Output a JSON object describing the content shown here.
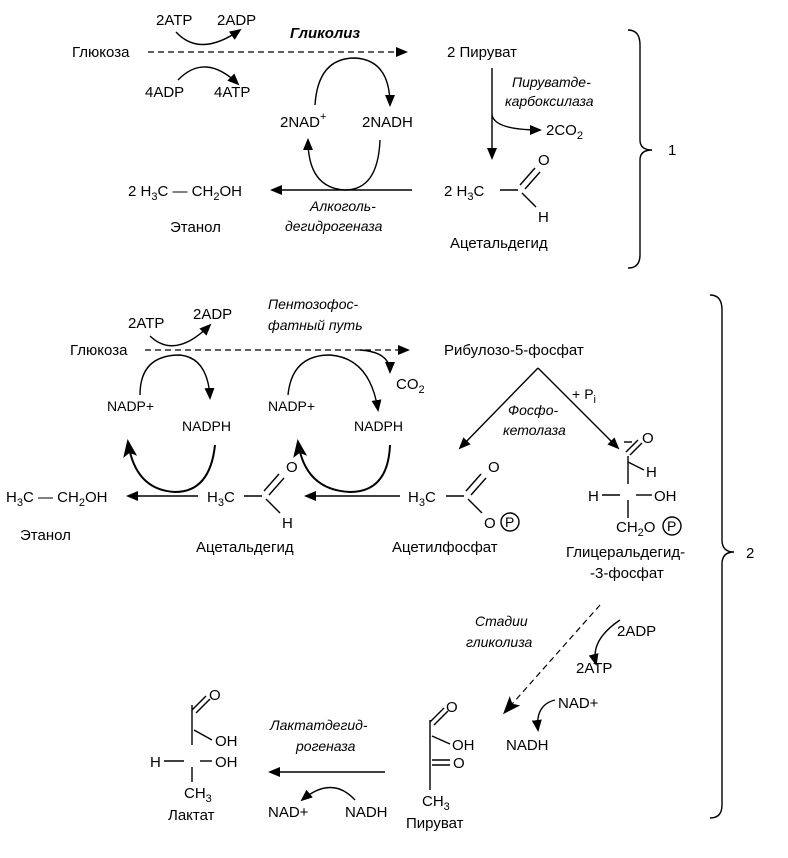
{
  "p1": {
    "glucose": "Глюкоза",
    "atp_in": "2ATP",
    "adp_out": "2ADP",
    "adp_in": "4ADP",
    "atp_out": "4ATP",
    "glycolysis": "Гликолиз",
    "pyruvate": "2 Пируват",
    "pdc1": "Пируватде-",
    "pdc2": "карбоксилаза",
    "co2": "2CO",
    "co2_sub": "2",
    "nad_plus": "2NAD",
    "nad_sup": "+",
    "nadh": "2NADH",
    "acetaldehyde_a": "2 H",
    "acetaldehyde_sub": "3",
    "acetaldehyde_b": "C",
    "acetaldehyde_o": "O",
    "acetaldehyde_h": "H",
    "acetaldehyde_name": "Ацетальдегид",
    "ethanol_a": "2 H",
    "ethanol_sub": "3",
    "ethanol_b": "C — CH",
    "ethanol_sub2": "2",
    "ethanol_c": "OH",
    "ethanol_name": "Этанол",
    "adh1": "Алкоголь-",
    "adh2": "дегидрогеназа",
    "bracket": "1"
  },
  "p2": {
    "atp_in": "2ATP",
    "adp_out": "2ADP",
    "ppp1": "Пентозофос-",
    "ppp2": "фатный путь",
    "glucose": "Глюкоза",
    "ribulose": "Рибулозо-5-фосфат",
    "co2": "CO",
    "co2_sub": "2",
    "nadp_a": "NADP+",
    "nadph_a": "NADPH",
    "nadp_b": "NADP+",
    "nadph_b": "NADPH",
    "pi_plus": "+",
    "pi": "P",
    "pi_sub": "i",
    "pk1": "Фосфо-",
    "pk2": "кетолаза",
    "ethanol_a": "H",
    "ethanol_sub": "3",
    "ethanol_b": "C — CH",
    "ethanol_sub2": "2",
    "ethanol_c": "OH",
    "ethanol_name": "Этанол",
    "acald_a": "H",
    "acald_sub": "3",
    "acald_b": "C",
    "acald_o": "O",
    "acald_h": "H",
    "acald_name": "Ацетальдегид",
    "acp_a": "H",
    "acp_sub": "3",
    "acp_b": "C",
    "acp_o": "O",
    "acp_o2": "O",
    "acp_p": "P",
    "acp_name": "Ацетилфосфат",
    "g3p_o": "O",
    "g3p_h": "H",
    "g3p_h2": "H",
    "g3p_oh": "OH",
    "g3p_ch2": "CH",
    "g3p_ch2_sub": "2",
    "g3p_o2": "O",
    "g3p_p": "P",
    "g3p_name1": "Глицеральдегид-",
    "g3p_name2": "-3-фосфат",
    "stages1": "Стадии",
    "stages2": "гликолиза",
    "adp": "2ADP",
    "atp": "2ATP",
    "nad": "NAD+",
    "nadh": "NADH",
    "lac_o": "O",
    "lac_oh": "OH",
    "lac_h": "H",
    "lac_oh2": "OH",
    "lac_ch": "CH",
    "lac_ch_sub": "3",
    "lac_name": "Лактат",
    "pyr_o": "O",
    "pyr_oh": "OH",
    "pyr_o2": "O",
    "pyr_ch": "CH",
    "pyr_ch_sub": "3",
    "pyr_name": "Пируват",
    "ldh1": "Лактатдегид-",
    "ldh2": "рогеназа",
    "nad2": "NAD+",
    "nadh2": "NADH",
    "bracket": "2"
  }
}
